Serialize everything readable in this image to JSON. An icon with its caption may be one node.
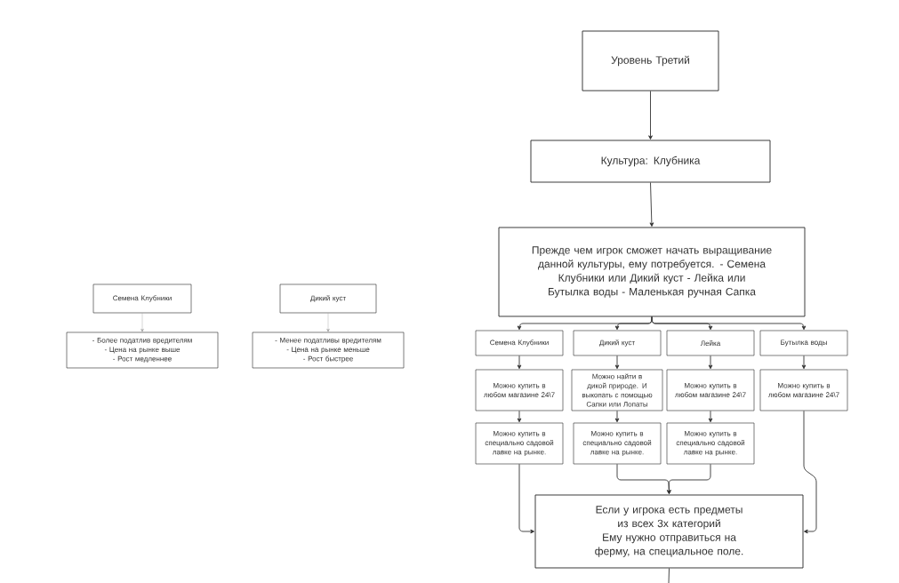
{
  "diagram": {
    "nodes": [
      {
        "text": [
          "Уровень Третий"
        ]
      },
      {
        "text": [
          "Культура: Клубника"
        ]
      },
      {
        "text": [
          "Прежде чем игрок сможет начать выращивание данной культуры, ему потребуется. - Семена Клубники или Дикий куст - Лейка или Бутылка воды - Маленькая ручная Сапка"
        ]
      },
      {
        "text": [
          "Семена Клубники"
        ]
      },
      {
        "text": [
          "Дикий куст"
        ]
      },
      {
        "text": [
          "Лейка"
        ]
      },
      {
        "text": [
          "Бутылка воды"
        ]
      },
      {
        "text": [
          "Можно купить в любом магазине 24\\7"
        ]
      },
      {
        "text": [
          "Можно найти в дикой природе. И выкопать с помощью Сапки или Лопаты"
        ]
      },
      {
        "text": [
          "Можно купить в любом магазине 24\\7"
        ]
      },
      {
        "text": [
          "Можно купить в любом магазине 24\\7"
        ]
      },
      {
        "text": [
          "Можно купить в специально садовой лавке на рынке."
        ]
      },
      {
        "text": [
          "Можно купить в специально садовой лавке на рынке."
        ]
      },
      {
        "text": [
          "Можно купить в специально садовой лавке на рынке."
        ]
      },
      {
        "text": [
          "Если у игрока есть предметы из всех 3х категорий",
          "Ему нужно отправиться на ферму, на специальное поле."
        ]
      },
      {
        "text": [
          "Семена Клубники"
        ]
      },
      {
        "text": [
          "Дикий куст"
        ]
      },
      {
        "text": [
          "- Более податлив вредителям",
          "- Цена на рынке выше",
          "- Рост медленнее"
        ]
      },
      {
        "text": [
          "- Менее податливы вредителям",
          "- Цена на рынке меньше",
          "- Рост быстрее"
        ]
      }
    ],
    "edges": [
      {
        "from": 0,
        "to": 1,
        "arrow": "to"
      },
      {
        "from": 1,
        "to": 2,
        "arrow": "to"
      },
      {
        "from": 2,
        "to": 3,
        "arrow": "to"
      },
      {
        "from": 2,
        "to": 4,
        "arrow": "to"
      },
      {
        "from": 2,
        "to": 5,
        "arrow": "to"
      },
      {
        "from": 2,
        "to": 6,
        "arrow": "to"
      },
      {
        "from": 3,
        "to": 7,
        "arrow": "to"
      },
      {
        "from": 4,
        "to": 8,
        "arrow": "to"
      },
      {
        "from": 5,
        "to": 9,
        "arrow": "to"
      },
      {
        "from": 6,
        "to": 10,
        "arrow": "to"
      },
      {
        "from": 7,
        "to": 11,
        "arrow": "to"
      },
      {
        "from": 8,
        "to": 12,
        "arrow": "to"
      },
      {
        "from": 9,
        "to": 13,
        "arrow": "to"
      },
      {
        "from": 11,
        "to": 14,
        "arrow": "to"
      },
      {
        "from": 12,
        "to": 14,
        "arrow": "to"
      },
      {
        "from": 13,
        "to": 14,
        "arrow": "to"
      },
      {
        "from": 10,
        "to": 14,
        "arrow": "to"
      },
      {
        "from": 14,
        "to": null,
        "arrow": "none"
      },
      {
        "from": 15,
        "to": 17,
        "arrow": "to",
        "color": "#9a9a9a"
      },
      {
        "from": 16,
        "to": 18,
        "arrow": "to",
        "color": "#9a9a9a"
      }
    ]
  }
}
